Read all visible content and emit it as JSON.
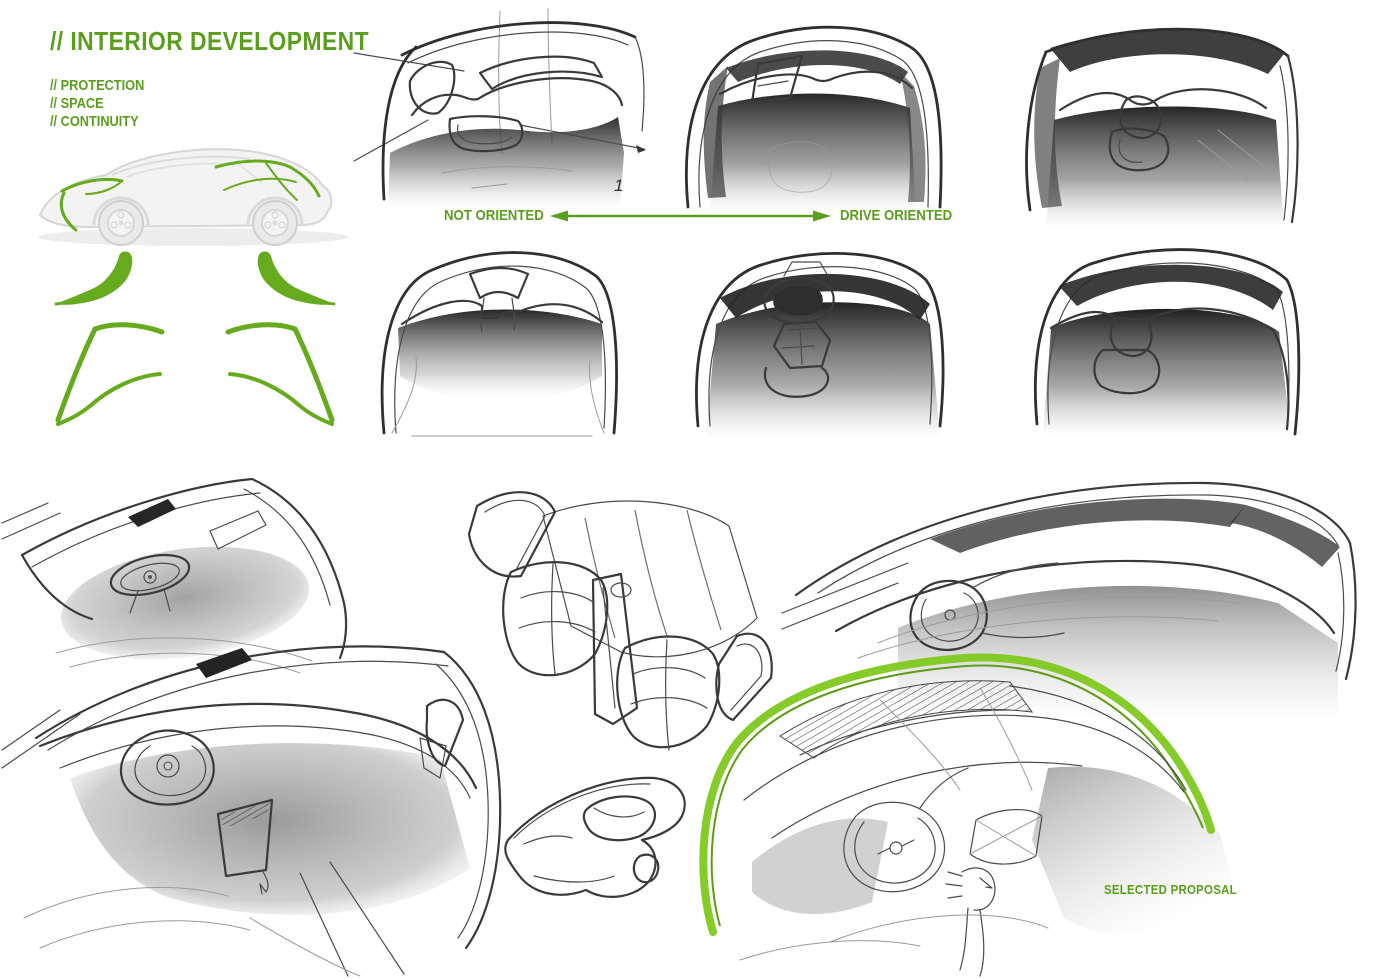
{
  "colors": {
    "accent_green": "#5a9e1e",
    "highlight_green": "#7cc822",
    "sketch_ink": "#3a3a3a"
  },
  "header": {
    "title": "// INTERIOR DEVELOPMENT",
    "principles": [
      "// PROTECTION",
      "// SPACE",
      "// CONTINUITY"
    ]
  },
  "spectrum": {
    "left_label": "NOT ORIENTED",
    "right_label": "DRIVE ORIENTED"
  },
  "annotations": {
    "selected_proposal": "SELECTED PROPOSAL",
    "sketch_number": "1"
  }
}
